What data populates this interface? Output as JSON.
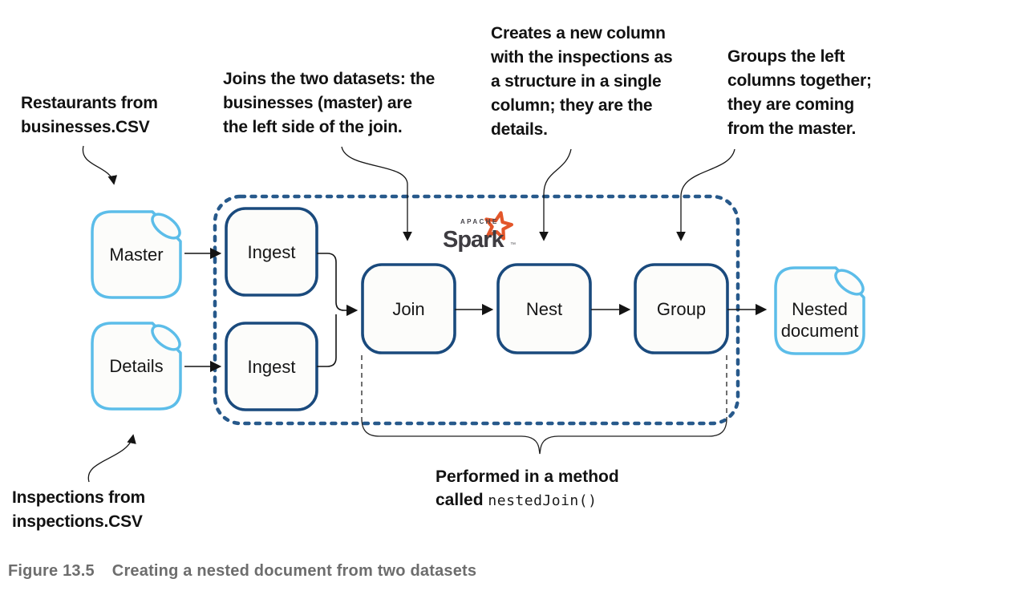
{
  "figure": {
    "caption_label": "Figure 13.5",
    "caption_text": "Creating a nested document from two datasets"
  },
  "annotations": {
    "restaurants": "Restaurants from\nbusinesses.CSV",
    "joins": "Joins the two datasets: the\nbusinesses (master) are\nthe left side of the join.",
    "creates": "Creates a new column\nwith the inspections as\na structure in a single\ncolumn; they are the\ndetails.",
    "groups": "Groups the left\ncolumns together;\nthey are coming\nfrom the master.",
    "inspections": "Inspections from\ninspections.CSV",
    "performed_line1": "Performed in a method",
    "performed_called": "called",
    "performed_code": "nestedJoin()"
  },
  "nodes": {
    "master": "Master",
    "details": "Details",
    "ingest_top": "Ingest",
    "ingest_bottom": "Ingest",
    "join": "Join",
    "nest": "Nest",
    "group": "Group",
    "nested_document": "Nested\ndocument"
  },
  "logo": {
    "apache": "APACHE",
    "spark": "Spark",
    "tm": "™"
  },
  "icons": {
    "document_shape": "document-with-curl-icon",
    "spark_star": "spark-star-icon",
    "arrowhead": "arrowhead-icon"
  },
  "colors": {
    "light_blue": "#5cbde9",
    "navy_border": "#1a4a7d",
    "dotted_boundary": "#27598b",
    "box_fill": "#fcfcfa",
    "spark_orange": "#e3562a",
    "spark_gray": "#3e3c41",
    "caption_gray": "#6d6d6d",
    "line_black": "#141414"
  }
}
